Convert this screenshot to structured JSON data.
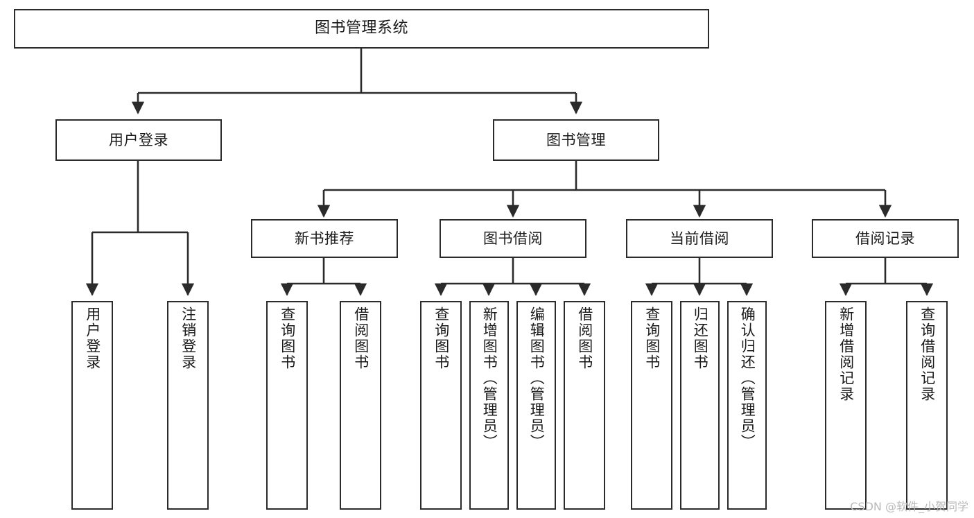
{
  "diagram": {
    "type": "tree",
    "title": "图书管理系统",
    "watermark": "CSDN @软件_小贺同学",
    "colors": {
      "background": "#ffffff",
      "box_border": "#2b2b2b",
      "box_fill": "#ffffff",
      "connector": "#2b2b2b",
      "text": "#1a1a1a",
      "watermark": "#b9b9b9"
    },
    "nodes": {
      "root": {
        "label": "图书管理系统"
      },
      "level2": [
        {
          "id": "user-login",
          "label": "用户登录"
        },
        {
          "id": "book-manage",
          "label": "图书管理"
        }
      ],
      "level3": [
        {
          "id": "new-book-rec",
          "label": "新书推荐"
        },
        {
          "id": "book-borrow",
          "label": "图书借阅"
        },
        {
          "id": "current-borrow",
          "label": "当前借阅"
        },
        {
          "id": "borrow-record",
          "label": "借阅记录"
        }
      ],
      "leaves": {
        "user-login": [
          {
            "id": "leaf-user-login",
            "label": "用户登录"
          },
          {
            "id": "leaf-logout",
            "label": "注销登录"
          }
        ],
        "new-book-rec": [
          {
            "id": "leaf-query-book-1",
            "label": "查询图书"
          },
          {
            "id": "leaf-borrow-book-1",
            "label": "借阅图书"
          }
        ],
        "book-borrow": [
          {
            "id": "leaf-query-book-2",
            "label": "查询图书"
          },
          {
            "id": "leaf-add-book",
            "label": "新增图书（管理员）"
          },
          {
            "id": "leaf-edit-book",
            "label": "编辑图书（管理员）"
          },
          {
            "id": "leaf-borrow-book-2",
            "label": "借阅图书"
          }
        ],
        "current-borrow": [
          {
            "id": "leaf-query-book-3",
            "label": "查询图书"
          },
          {
            "id": "leaf-return-book",
            "label": "归还图书"
          },
          {
            "id": "leaf-confirm-return",
            "label": "确认归还（管理员）"
          }
        ],
        "borrow-record": [
          {
            "id": "leaf-add-record",
            "label": "新增借阅记录"
          },
          {
            "id": "leaf-query-record",
            "label": "查询借阅记录"
          }
        ]
      }
    }
  }
}
